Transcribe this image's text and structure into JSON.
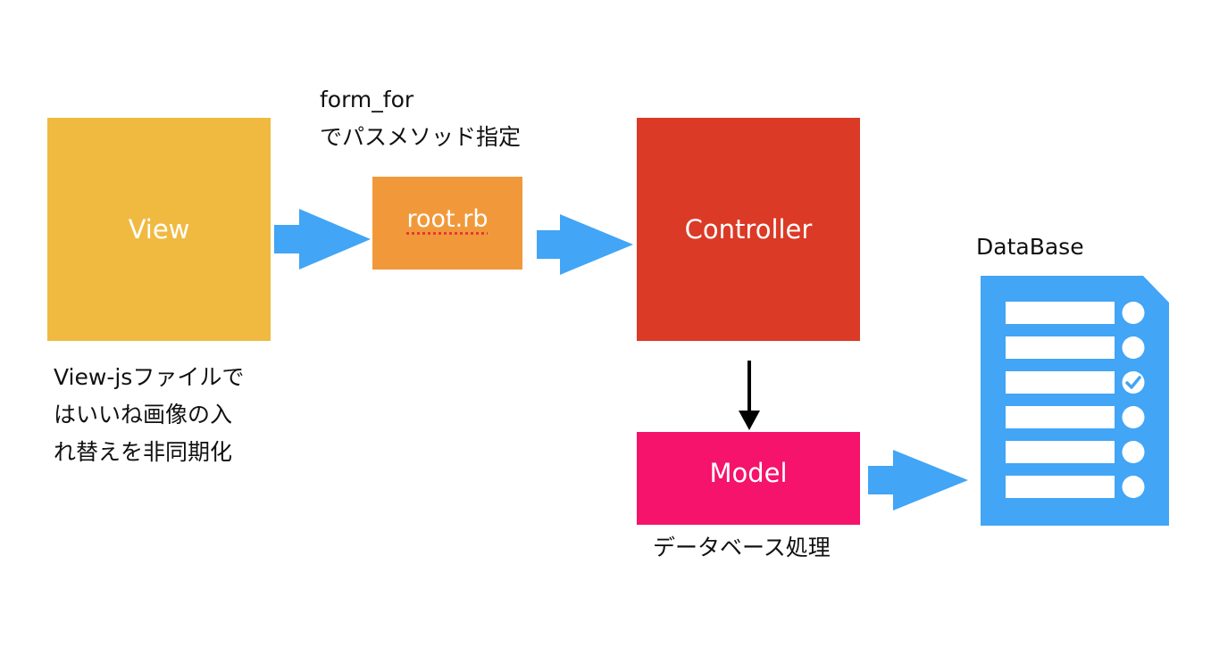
{
  "colors": {
    "view_box": "#F0BA41",
    "route_box": "#F1993A",
    "controller_box": "#DB3A26",
    "model_box": "#F5136B",
    "arrow_blue": "#42A5F5",
    "arrow_black": "#000000",
    "database_icon": "#42A5F5",
    "spellcheck_underline": "#e53935"
  },
  "view": {
    "title": "View",
    "caption_lines": [
      "View-jsファイルで",
      "はいいね画像の入",
      "れ替えを非同期化"
    ]
  },
  "route": {
    "title": "root.rb",
    "caption_lines": [
      "form_for",
      "でパスメソッド指定"
    ]
  },
  "controller": {
    "title": "Controller"
  },
  "model": {
    "title": "Model",
    "caption": "データベース処理"
  },
  "database": {
    "title": "DataBase",
    "icon": "database-list-icon",
    "row_count": 6,
    "checked_row": 3
  }
}
